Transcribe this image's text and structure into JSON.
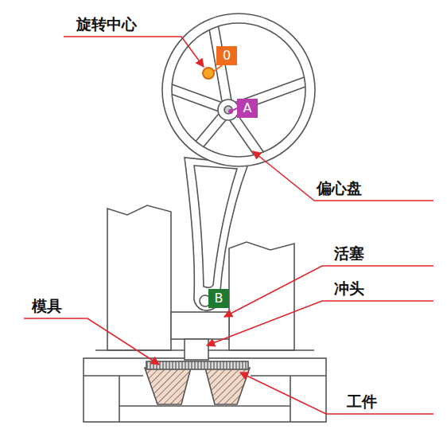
{
  "diagram": {
    "nodes": [
      {
        "text": [
          "0"
        ]
      },
      {
        "text": [
          "A"
        ]
      },
      {
        "text": [
          "B"
        ]
      }
    ],
    "labels": [
      "旋转中心",
      "偏心盘",
      "活塞",
      "冲头",
      "模具",
      "工件"
    ]
  }
}
